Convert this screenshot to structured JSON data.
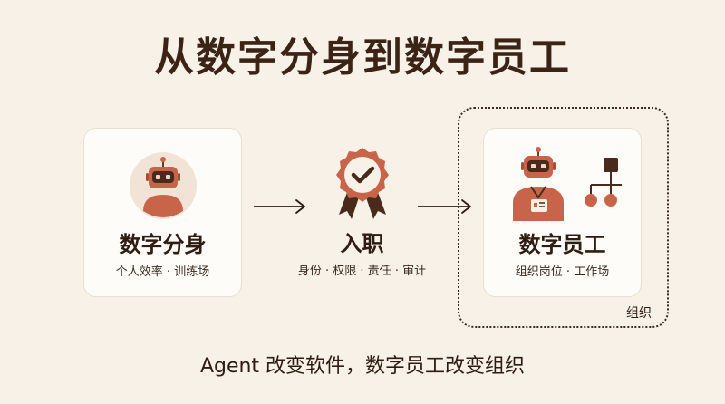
{
  "title": "从数字分身到数字员工",
  "stages": [
    {
      "title": "数字分身",
      "subtitle": "个人效率 · 训练场",
      "icon": "robot-avatar-icon"
    },
    {
      "title": "入职",
      "subtitle": "身份 · 权限 · 责任 · 审计",
      "icon": "badge-check-icon"
    },
    {
      "title": "数字员工",
      "subtitle": "组织岗位 · 工作场",
      "icon": "robot-employee-icon"
    }
  ],
  "group_label": "组织",
  "footer": "Agent 改变软件，数字员工改变组织",
  "colors": {
    "background": "#f7f1e8",
    "accent": "#c8644a",
    "dark": "#3b2316",
    "card": "#fefcf9"
  }
}
